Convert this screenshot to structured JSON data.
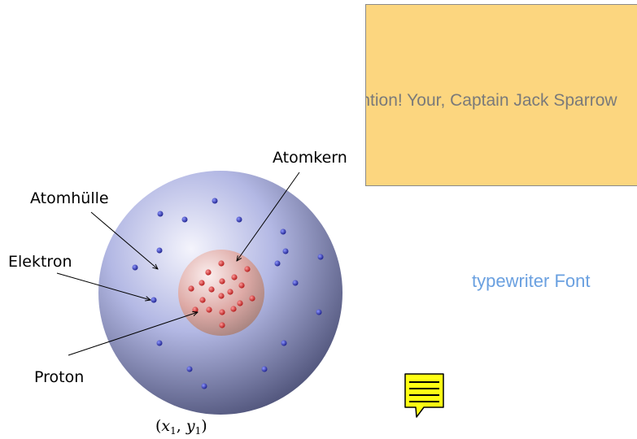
{
  "diagram": {
    "labels": {
      "atomkern": "Atomkern",
      "atomhuelle": "Atomhülle",
      "elektron": "Elektron",
      "proton": "Proton"
    },
    "coordinate_label": {
      "open": "(",
      "x": "x",
      "x_sub": "1",
      "sep": ", ",
      "y": "y",
      "y_sub": "1",
      "close": ")"
    },
    "colors": {
      "shell": "#8d93c8",
      "nucleus": "#d9a39d",
      "electron": "#2a33b8",
      "proton": "#d42a2a"
    }
  },
  "popup": {
    "text": "Attention! Your, Captain Jack Sparrow"
  },
  "typewriter": {
    "text": "typewriter Font"
  },
  "note_icon": "sticky-note-icon"
}
